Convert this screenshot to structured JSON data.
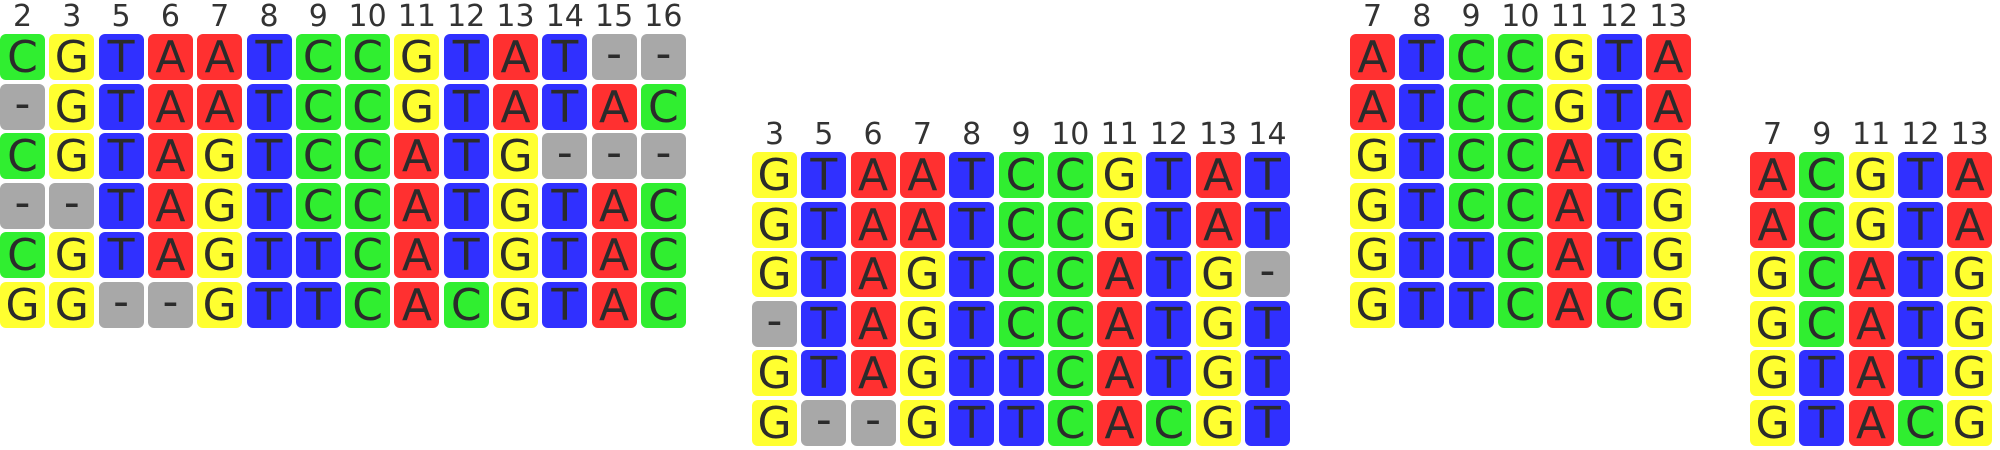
{
  "colors": {
    "A": "#ff3030",
    "C": "#30ee30",
    "G": "#ffff30",
    "T": "#3030ff",
    "-": "#a8a8a8"
  },
  "alignments": [
    {
      "columns": [
        "2",
        "3",
        "5",
        "6",
        "7",
        "8",
        "9",
        "10",
        "11",
        "12",
        "13",
        "14",
        "15",
        "16"
      ],
      "rows": [
        [
          "C",
          "G",
          "T",
          "A",
          "A",
          "T",
          "C",
          "C",
          "G",
          "T",
          "A",
          "T",
          "-",
          "-"
        ],
        [
          "-",
          "G",
          "T",
          "A",
          "A",
          "T",
          "C",
          "C",
          "G",
          "T",
          "A",
          "T",
          "A",
          "C"
        ],
        [
          "C",
          "G",
          "T",
          "A",
          "G",
          "T",
          "C",
          "C",
          "A",
          "T",
          "G",
          "-",
          "-",
          "-"
        ],
        [
          "-",
          "-",
          "T",
          "A",
          "G",
          "T",
          "C",
          "C",
          "A",
          "T",
          "G",
          "T",
          "A",
          "C"
        ],
        [
          "C",
          "G",
          "T",
          "A",
          "G",
          "T",
          "T",
          "C",
          "A",
          "T",
          "G",
          "T",
          "A",
          "C"
        ],
        [
          "G",
          "G",
          "-",
          "-",
          "G",
          "T",
          "T",
          "C",
          "A",
          "C",
          "G",
          "T",
          "A",
          "C"
        ]
      ]
    },
    {
      "columns": [
        "3",
        "5",
        "6",
        "7",
        "8",
        "9",
        "10",
        "11",
        "12",
        "13",
        "14"
      ],
      "rows": [
        [
          "G",
          "T",
          "A",
          "A",
          "T",
          "C",
          "C",
          "G",
          "T",
          "A",
          "T"
        ],
        [
          "G",
          "T",
          "A",
          "A",
          "T",
          "C",
          "C",
          "G",
          "T",
          "A",
          "T"
        ],
        [
          "G",
          "T",
          "A",
          "G",
          "T",
          "C",
          "C",
          "A",
          "T",
          "G",
          "-"
        ],
        [
          "-",
          "T",
          "A",
          "G",
          "T",
          "C",
          "C",
          "A",
          "T",
          "G",
          "T"
        ],
        [
          "G",
          "T",
          "A",
          "G",
          "T",
          "T",
          "C",
          "A",
          "T",
          "G",
          "T"
        ],
        [
          "G",
          "-",
          "-",
          "G",
          "T",
          "T",
          "C",
          "A",
          "C",
          "G",
          "T"
        ]
      ]
    },
    {
      "columns": [
        "7",
        "8",
        "9",
        "10",
        "11",
        "12",
        "13"
      ],
      "rows": [
        [
          "A",
          "T",
          "C",
          "C",
          "G",
          "T",
          "A"
        ],
        [
          "A",
          "T",
          "C",
          "C",
          "G",
          "T",
          "A"
        ],
        [
          "G",
          "T",
          "C",
          "C",
          "A",
          "T",
          "G"
        ],
        [
          "G",
          "T",
          "C",
          "C",
          "A",
          "T",
          "G"
        ],
        [
          "G",
          "T",
          "T",
          "C",
          "A",
          "T",
          "G"
        ],
        [
          "G",
          "T",
          "T",
          "C",
          "A",
          "C",
          "G"
        ]
      ]
    },
    {
      "columns": [
        "7",
        "9",
        "11",
        "12",
        "13"
      ],
      "rows": [
        [
          "A",
          "C",
          "G",
          "T",
          "A"
        ],
        [
          "A",
          "C",
          "G",
          "T",
          "A"
        ],
        [
          "G",
          "C",
          "A",
          "T",
          "G"
        ],
        [
          "G",
          "C",
          "A",
          "T",
          "G"
        ],
        [
          "G",
          "T",
          "A",
          "T",
          "G"
        ],
        [
          "G",
          "T",
          "A",
          "C",
          "G"
        ]
      ]
    }
  ]
}
